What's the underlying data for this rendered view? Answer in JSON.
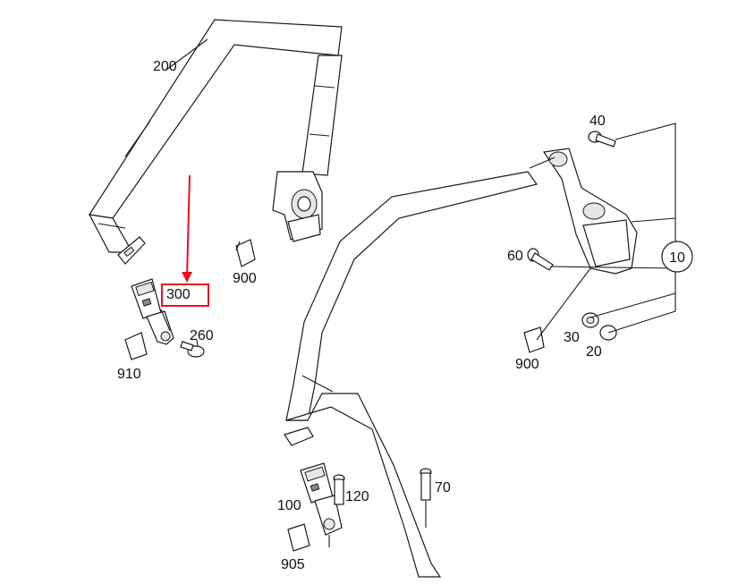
{
  "colors": {
    "highlight": "#e8121b",
    "line": "#1a1a1a"
  },
  "highlighted_part": "300",
  "labels": {
    "200": "200",
    "300": "300",
    "260": "260",
    "910": "910",
    "900_left": "900",
    "40": "40",
    "60": "60",
    "10": "10",
    "30": "30",
    "20": "20",
    "900_right": "900",
    "100": "100",
    "120": "120",
    "70": "70",
    "905": "905"
  },
  "icons": {
    "left_retractor": "seat-belt-retractor-icon",
    "right_retractor": "seat-belt-retractor-icon",
    "buckle": "seat-belt-buckle-icon",
    "bolt": "bolt-icon",
    "nut": "nut-icon",
    "cap": "cap-icon",
    "clip": "clip-icon"
  }
}
